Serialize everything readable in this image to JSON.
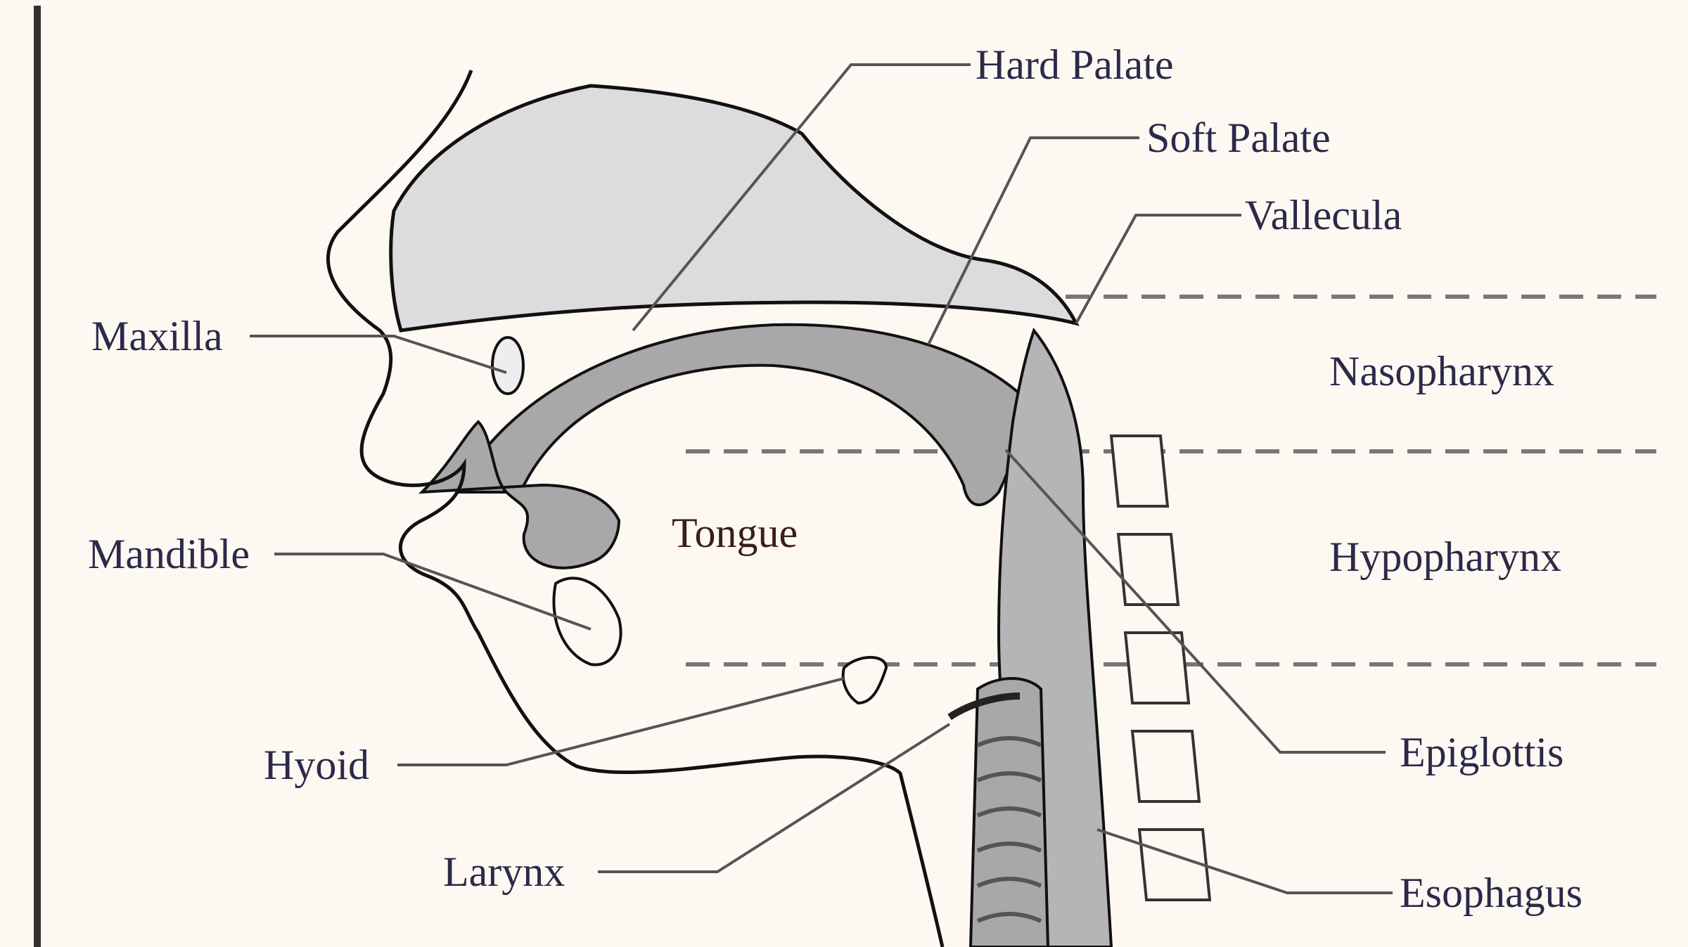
{
  "labels": {
    "hard_palate": "Hard Palate",
    "soft_palate": "Soft Palate",
    "vallecula": "Vallecula",
    "maxilla": "Maxilla",
    "nasopharynx": "Nasopharynx",
    "tongue": "Tongue",
    "mandible": "Mandible",
    "hypopharynx": "Hypopharynx",
    "hyoid": "Hyoid",
    "epiglottis": "Epiglottis",
    "larynx": "Larynx",
    "esophagus": "Esophagus"
  },
  "colors": {
    "background": "#fdf9f2",
    "outline": "#111111",
    "region_fill_light": "#dcdcdc",
    "region_fill_mid": "#a8a8a8",
    "leader_line": "#555555",
    "dashed_line": "#777777"
  }
}
